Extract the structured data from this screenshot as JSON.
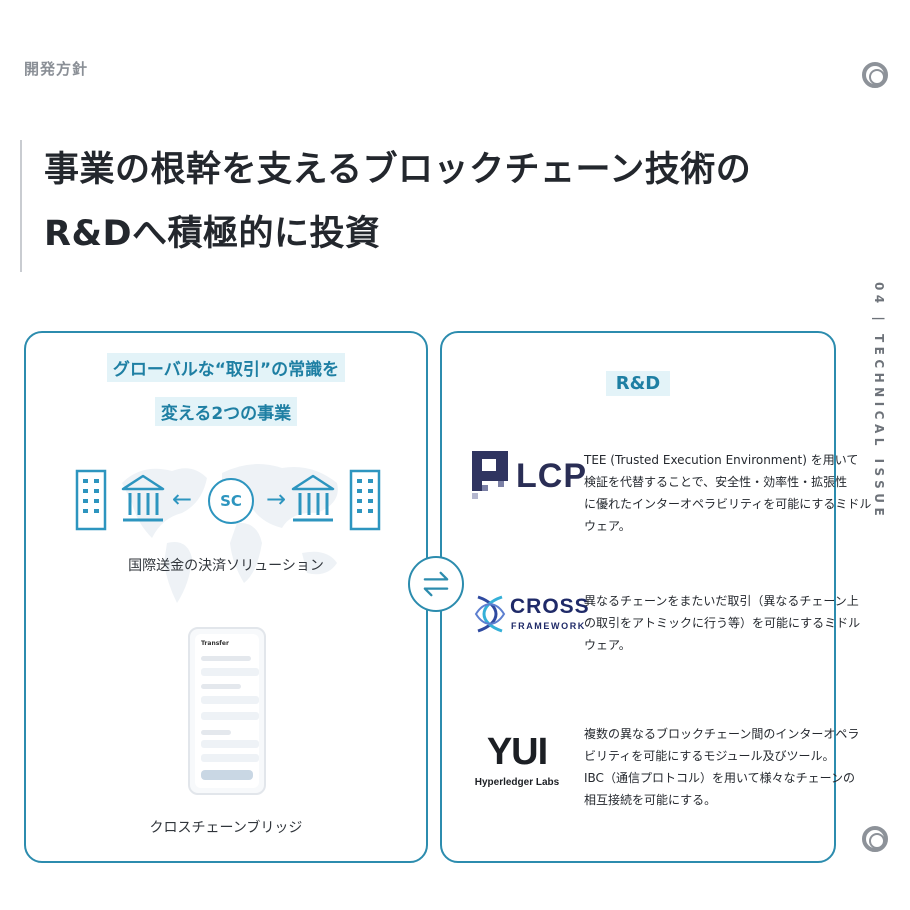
{
  "header": {
    "section_label": "開発方針",
    "title_line1": "事業の根幹を支えるブロックチェーン技術の",
    "title_line2": "R&Dへ積極的に投資",
    "side_text": "04 | TECHNICAL ISSUE"
  },
  "left_panel": {
    "heading_line1": "グローバルな“取引”の常識を",
    "heading_line2": "変える2つの事業",
    "sc_label": "SC",
    "arrow_left": "←",
    "arrow_right": "→",
    "solution_caption": "国際送金の決済ソリューション",
    "phone_title": "Transfer",
    "bridge_caption": "クロスチェーンブリッジ"
  },
  "right_panel": {
    "heading": "R&D",
    "items": [
      {
        "logo": "LCP",
        "desc_lines": [
          "TEE (Trusted Execution Environment) を用いて",
          "検証を代替することで、安全性・効率性・拡張性",
          "に優れたインターオペラビリティを可能にするミドル",
          "ウェア。"
        ]
      },
      {
        "logo": "CROSS",
        "logo_sub": "FRAMEWORK",
        "desc_lines": [
          "異なるチェーンをまたいだ取引（異なるチェーン上",
          "の取引をアトミックに行う等）を可能にするミドル",
          "ウェア。"
        ]
      },
      {
        "logo": "YUI",
        "logo_sub": "Hyperledger Labs",
        "desc_lines": [
          "複数の異なるブロックチェーン間のインターオペラ",
          "ビリティを可能にするモジュール及びツール。",
          "IBC（通信プロトコル）を用いて様々なチェーンの",
          "相互接続を可能にする。"
        ]
      }
    ]
  },
  "icons": {
    "building": "building-icon",
    "bank": "bank-icon",
    "swap": "swap-arrows-icon",
    "ring": "ring-logo-icon"
  },
  "colors": {
    "accent": "#2c8cae",
    "highlight_bg": "#e3f3f8",
    "highlight_text": "#1e7fa3",
    "logo_navy": "#1f2a68"
  }
}
